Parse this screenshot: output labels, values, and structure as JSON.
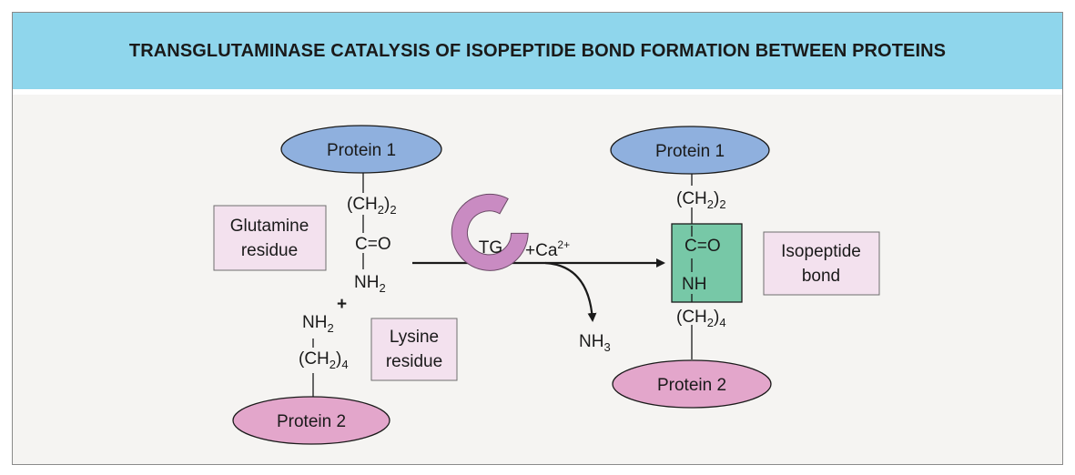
{
  "title": "TRANSGLUTAMINASE CATALYSIS OF ISOPEPTIDE BOND FORMATION BETWEEN PROTEINS",
  "colors": {
    "header": "#8fd6ec",
    "background": "#f5f4f2",
    "protein1": "#8fb0de",
    "protein2": "#e3a6cb",
    "enzyme": "#c98bc2",
    "label_box": "#f3e1ee",
    "isopeptide_highlight": "#77c8a7"
  },
  "left": {
    "protein1": "Protein 1",
    "protein2": "Protein 2",
    "glutamine_label": [
      "Glutamine",
      "residue"
    ],
    "lysine_label": [
      "Lysine",
      "residue"
    ],
    "gln_ch2": "(CH",
    "gln_ch2_sub": "2",
    "gln_ch2_close": ")",
    "gln_ch2_count": "2",
    "carbonyl": "C=O",
    "gln_nh2": "NH",
    "gln_nh2_sub": "2",
    "plus": "+",
    "lys_nh2": "NH",
    "lys_nh2_sub": "2",
    "lys_ch2": "(CH",
    "lys_ch2_sub": "2",
    "lys_ch2_close": ")",
    "lys_ch2_count": "4"
  },
  "reaction": {
    "enzyme": "TG",
    "cofactor": "+Ca",
    "cofactor_charge": "2+",
    "byproduct": "NH",
    "byproduct_sub": "3",
    "enzyme_icon": "pac-shape-enzyme-icon"
  },
  "right": {
    "protein1": "Protein 1",
    "protein2": "Protein 2",
    "ch2_top": "(CH",
    "ch2_top_sub": "2",
    "ch2_top_close": ")",
    "ch2_top_count": "2",
    "carbonyl": "C=O",
    "nh": "NH",
    "ch2_bottom": "(CH",
    "ch2_bottom_sub": "2",
    "ch2_bottom_close": ")",
    "ch2_bottom_count": "4",
    "isopeptide_label": [
      "Isopeptide",
      "bond"
    ]
  }
}
